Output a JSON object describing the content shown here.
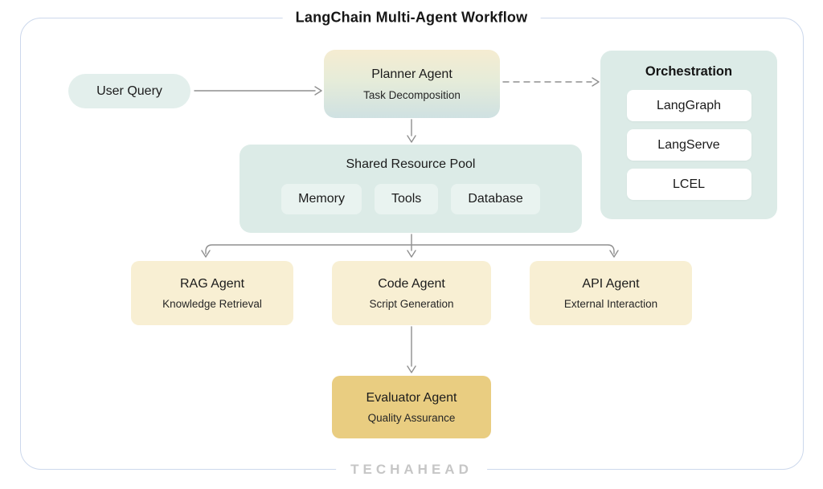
{
  "diagram": {
    "title": "LangChain Multi-Agent Workflow",
    "watermark": "TECHAHEAD"
  },
  "nodes": {
    "user_query": {
      "label": "User Query"
    },
    "planner": {
      "title": "Planner Agent",
      "subtitle": "Task Decomposition"
    },
    "orchestration": {
      "title": "Orchestration",
      "items": [
        {
          "label": "LangGraph"
        },
        {
          "label": "LangServe"
        },
        {
          "label": "LCEL"
        }
      ]
    },
    "resource_pool": {
      "title": "Shared Resource Pool",
      "items": [
        {
          "label": "Memory"
        },
        {
          "label": "Tools"
        },
        {
          "label": "Database"
        }
      ]
    },
    "agents": [
      {
        "title": "RAG Agent",
        "subtitle": "Knowledge Retrieval"
      },
      {
        "title": "Code Agent",
        "subtitle": "Script Generation"
      },
      {
        "title": "API Agent",
        "subtitle": "External Interaction"
      }
    ],
    "evaluator": {
      "title": "Evaluator Agent",
      "subtitle": "Quality Assurance"
    }
  },
  "connections": [
    {
      "from": "User Query",
      "to": "Planner Agent",
      "style": "solid"
    },
    {
      "from": "Planner Agent",
      "to": "Orchestration",
      "style": "dashed"
    },
    {
      "from": "Planner Agent",
      "to": "Shared Resource Pool",
      "style": "solid"
    },
    {
      "from": "Shared Resource Pool",
      "to": "RAG Agent",
      "style": "solid"
    },
    {
      "from": "Shared Resource Pool",
      "to": "Code Agent",
      "style": "solid"
    },
    {
      "from": "Shared Resource Pool",
      "to": "API Agent",
      "style": "solid"
    },
    {
      "from": "Code Agent",
      "to": "Evaluator Agent",
      "style": "solid"
    }
  ],
  "colors": {
    "frame_border": "#ccd8ec",
    "teal_panel": "#dcebe7",
    "teal_chip": "#e9f3f0",
    "mint_pill": "#e3efec",
    "cream_box": "#f8efd3",
    "gold_box": "#e9cd81",
    "planner_gradient_top": "#f5ecd1",
    "planner_gradient_bottom": "#cfe1e2",
    "white_item": "#ffffff",
    "arrow": "#8f8f8f",
    "title_text": "#161616",
    "watermark_text": "#c6c6c6"
  }
}
